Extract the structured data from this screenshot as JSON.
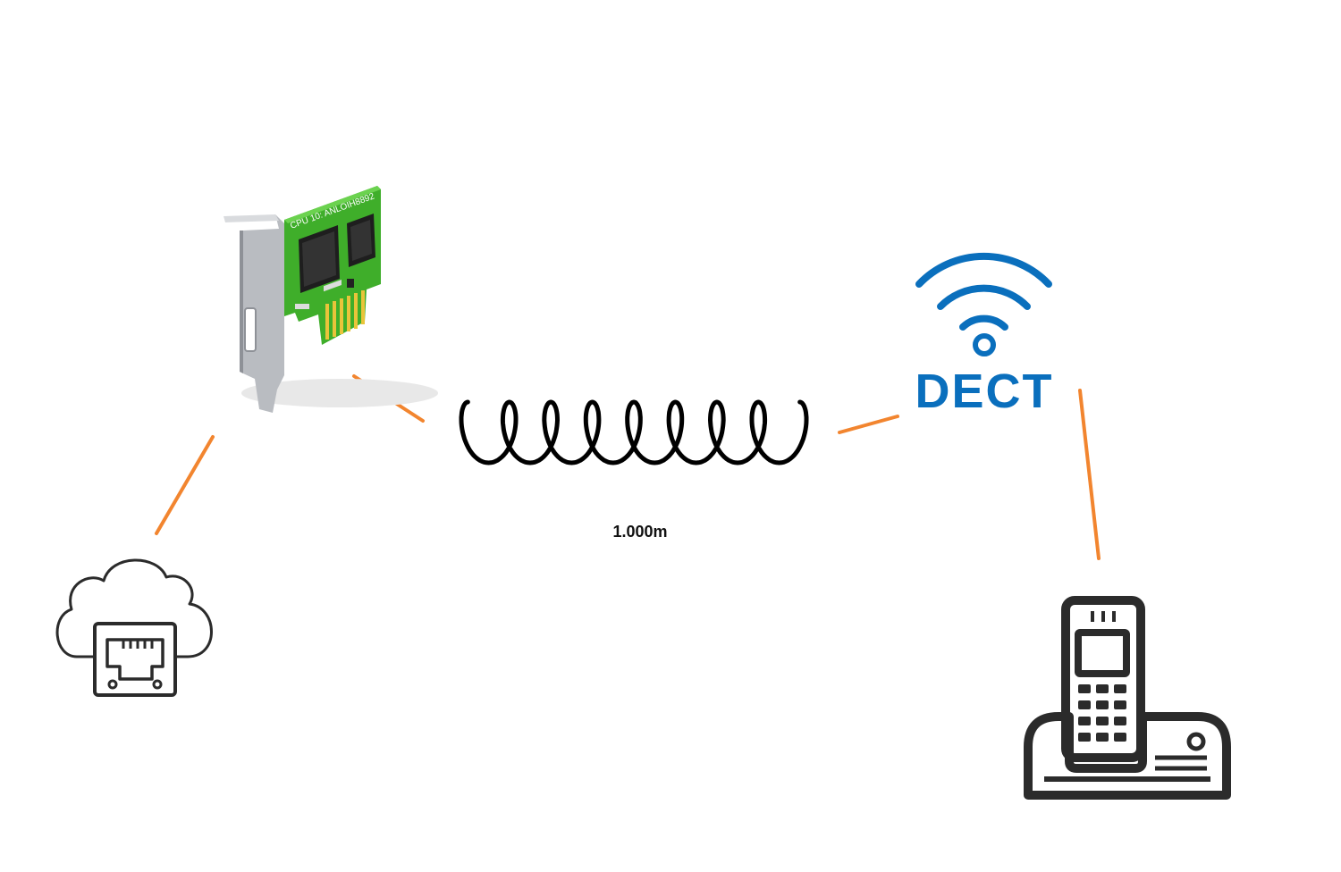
{
  "diagram": {
    "nic_card": {
      "silkscreen_text": "CPU   10:  ANLOIH8892",
      "pcb_color": "#3fae2a",
      "chip_color": "#1e1e1e",
      "bracket_color": "#b9bcc1"
    },
    "coil": {
      "distance_label": "1.000m",
      "stroke_color": "#000000"
    },
    "dect": {
      "text": "DECT",
      "color": "#0a6fbd"
    },
    "icons": {
      "cloud_ethernet": "cloud-ethernet-icon",
      "cordless_phone": "cordless-phone-icon",
      "wifi": "wifi-icon"
    },
    "connector_color": "#f2852f",
    "icon_stroke": "#2b2b2b"
  }
}
